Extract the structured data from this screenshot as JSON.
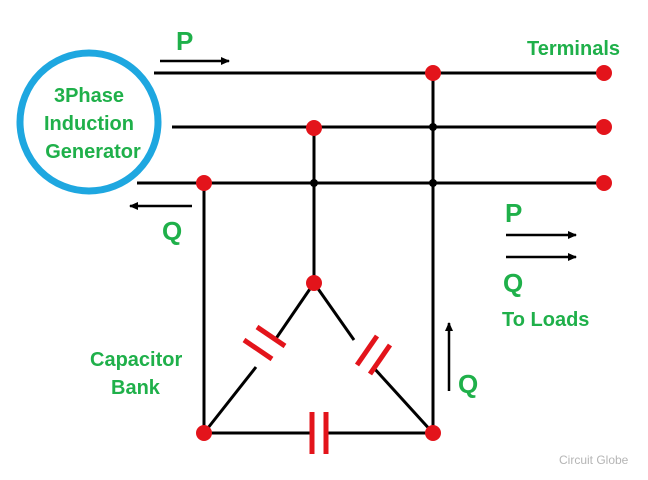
{
  "generator": {
    "lines": [
      "3Phase",
      "Induction",
      "Generator"
    ]
  },
  "labels": {
    "terminals": "Terminals",
    "p_top": "P",
    "q_left": "Q",
    "p_right": "P",
    "q_right": "Q",
    "to_loads": "To Loads",
    "capacitor_line1": "Capacitor",
    "capacitor_line2": "Bank",
    "q_up": "Q"
  },
  "watermark": "Circuit Globe",
  "colors": {
    "wire": "#000000",
    "node": "#e3141b",
    "capacitor": "#e3141b",
    "generator_ring": "#1ea7e0",
    "label": "#1fb04a"
  }
}
